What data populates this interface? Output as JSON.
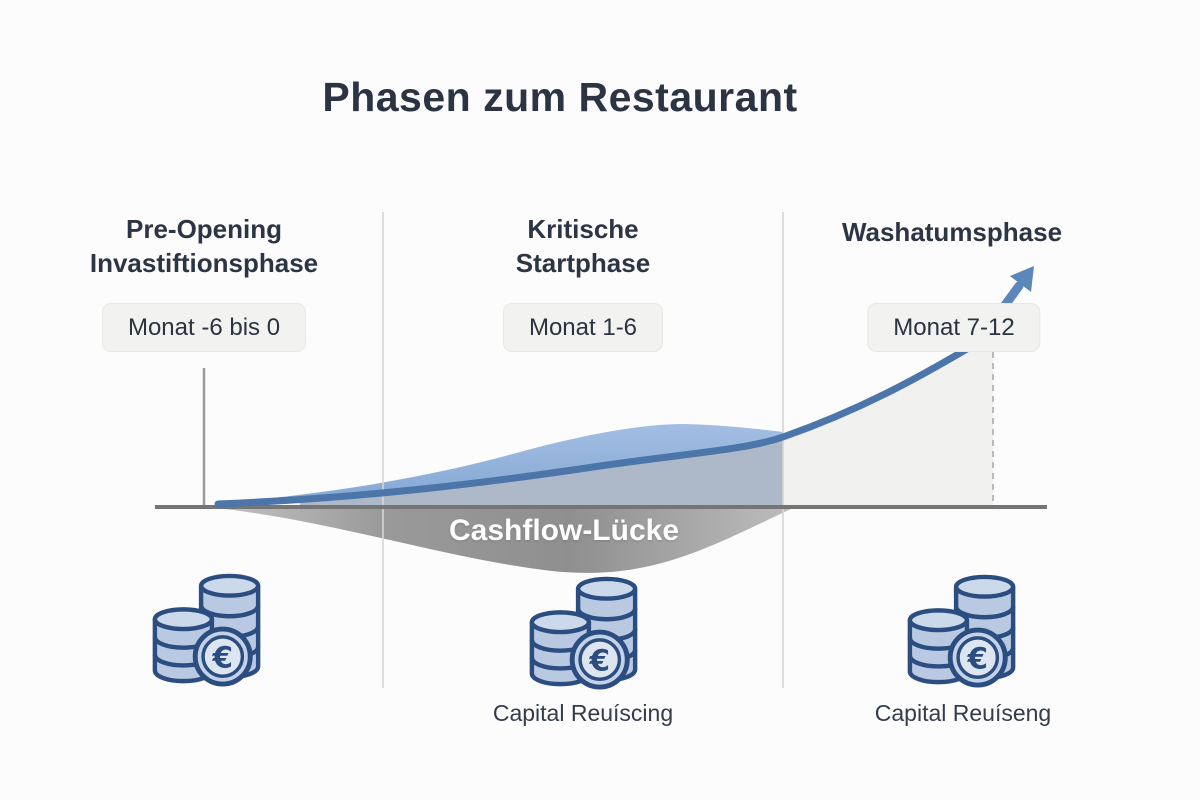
{
  "title": "Phasen zum Restaurant",
  "columns": [
    {
      "heading_line1": "Pre-Opening",
      "heading_line2": "Invastiftionsphase",
      "badge": "Monat -6 bis 0",
      "footer": ""
    },
    {
      "heading_line1": "Kritische",
      "heading_line2": "Startphase",
      "badge": "Monat 1-6",
      "footer": "Capital Reuíscing"
    },
    {
      "heading_line1": "Washatumsphase",
      "heading_line2": "",
      "badge": "Monat 7-12",
      "footer": "Capital Reuíseng"
    }
  ],
  "chart": {
    "gap_label": "Cashflow-Lücke",
    "phases": [
      "Monat -6 bis 0",
      "Monat 1-6",
      "Monat 7-12"
    ]
  },
  "icons": {
    "coin_stack": "euro-coin-stacks-icon",
    "growth_arrow": "growth-arrow-icon",
    "euro_symbol": "€"
  },
  "colors": {
    "accent_blue": "#4c76aa",
    "light_blue": "#8fb0d9",
    "gap_gray": "#8f8f8f",
    "badge_bg": "#f2f2f0",
    "text_dark": "#2c3444"
  }
}
